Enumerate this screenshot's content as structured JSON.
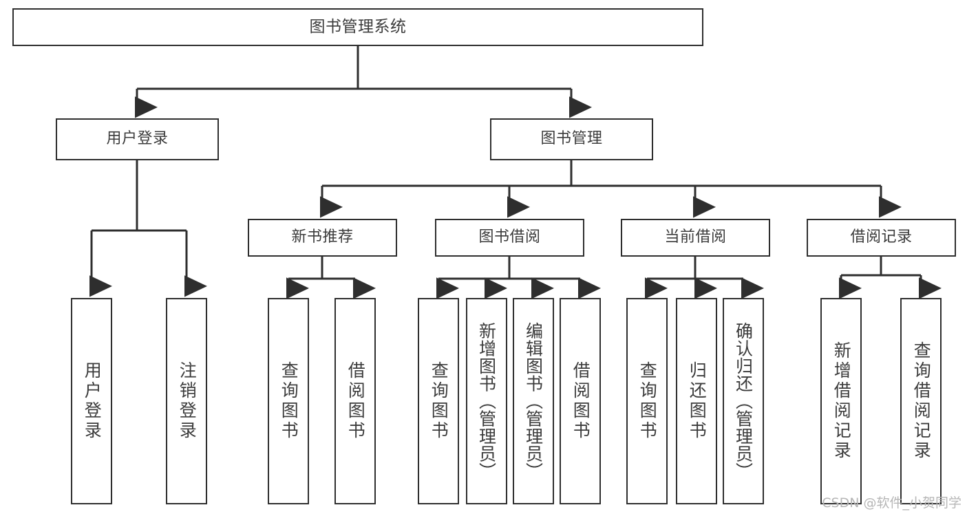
{
  "diagram": {
    "type": "hierarchy-tree",
    "title_node": "图书管理系统",
    "line_color": "#2e2e2e",
    "text_color": "#3b3b3b",
    "background": "#ffffff",
    "levels": {
      "root": {
        "label": "图书管理系统"
      },
      "level2": [
        {
          "label": "用户登录"
        },
        {
          "label": "图书管理"
        }
      ],
      "level3": [
        {
          "label": "新书推荐"
        },
        {
          "label": "图书借阅"
        },
        {
          "label": "当前借阅"
        },
        {
          "label": "借阅记录"
        }
      ],
      "leaves": {
        "user_login": [
          {
            "label": "用户登录"
          },
          {
            "label": "注销登录"
          }
        ],
        "new_book_recommend": [
          {
            "label": "查询图书"
          },
          {
            "label": "借阅图书"
          }
        ],
        "book_borrow": [
          {
            "label": "查询图书"
          },
          {
            "label": "新增图书（管理员）"
          },
          {
            "label": "编辑图书（管理员）"
          },
          {
            "label": "借阅图书"
          }
        ],
        "current_borrow": [
          {
            "label": "查询图书"
          },
          {
            "label": "归还图书"
          },
          {
            "label": "确认归还（管理员）"
          }
        ],
        "borrow_record": [
          {
            "label": "新增借阅记录"
          },
          {
            "label": "查询借阅记录"
          }
        ]
      }
    }
  },
  "watermark": {
    "text": "CSDN @软件_小贺同学"
  }
}
